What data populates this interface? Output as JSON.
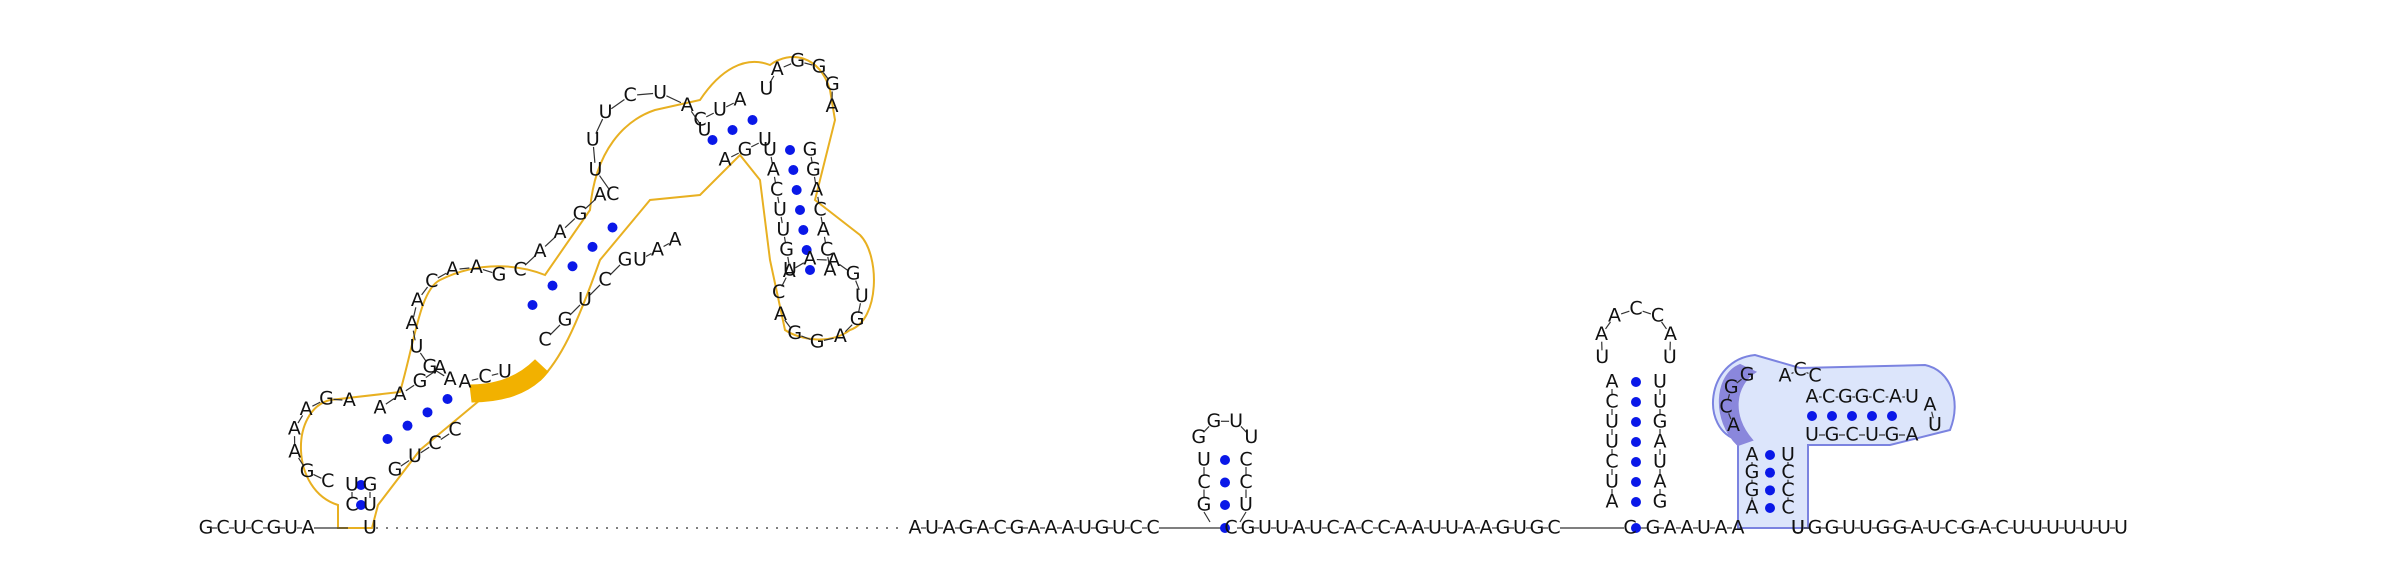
{
  "colors": {
    "domain_outline": "#E8B021",
    "domain_highlight": "#F2B100",
    "domain2_fill": "#DCE5FB",
    "domain2_outline": "#7B83E0",
    "domain2_highlight": "#8A87DC",
    "base_pair": "#0A18E8",
    "text": "#111111"
  },
  "baseline_left": "GCUCGUA",
  "baseline_mid": "AUAGACGAAAUGUCC",
  "baseline_mid2": "GUUAUCACCAAUUAAGUGC",
  "baseline_right1": "GAAUAA",
  "baseline_right2": "UGGUUGGAUCGACUUUUUUU",
  "hairpin_small": {
    "left": "GCU",
    "loop": "GGUU",
    "right": "CCU"
  },
  "hairpin_tall": {
    "left": "AUCUUCA",
    "loop": "UAACCAU",
    "right": "GAUAGUU"
  },
  "domain1_strands": [
    "CGAAAGA",
    "AGUAACAAG",
    "CUUUCUAU",
    "UAGGGA",
    "AAGUCU",
    "GGACAAAGGAGUGACAUG",
    "CAAGACUCU",
    "GGAAUGC",
    "UCUUCACC",
    "AGGACGACG"
  ],
  "domain2_strands": [
    "GGCAC",
    "ACGGCAU",
    "AAGUCGUGG",
    "UGCUG",
    "CCCU"
  ]
}
